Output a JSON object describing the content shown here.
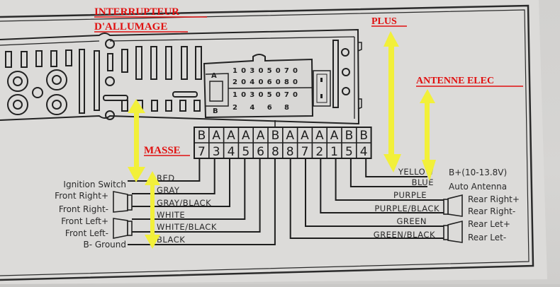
{
  "annotations": {
    "ignition": [
      "INTERRUPTEUR",
      "D'ALLUMAGE"
    ],
    "plus": "PLUS",
    "antenna": "ANTENNE ELEC",
    "ground": "MASSE",
    "color": "#e01010",
    "arrow_color": "#f2f03a"
  },
  "connector_header": {
    "row_a": "1 0 3 0 5 0 7 0",
    "row_a2": "2 0 4 0 6 0 8 0",
    "row_b": "1 0 3 0 5 0 7 0",
    "row_b2": "2   4   6   8",
    "label_a": "A",
    "label_b": "B"
  },
  "pin_block": {
    "letters": [
      "B",
      "A",
      "A",
      "A",
      "A",
      "B",
      "A",
      "A",
      "A",
      "A",
      "B",
      "B"
    ],
    "numbers": [
      "7",
      "3",
      "4",
      "5",
      "6",
      "8",
      "8",
      "7",
      "2",
      "1",
      "5",
      "4"
    ]
  },
  "left_wires": [
    {
      "color": "RED",
      "function": "Ignition Switch"
    },
    {
      "color": "GRAY",
      "function": "Front Right+"
    },
    {
      "color": "GRAY/BLACK",
      "function": "Front Right-"
    },
    {
      "color": "WHITE",
      "function": "Front Left+"
    },
    {
      "color": "WHITE/BLACK",
      "function": "Front Left-"
    },
    {
      "color": "BLACK",
      "function": "B- Ground"
    }
  ],
  "right_wires": [
    {
      "color": "YELLOW",
      "function": "B+(10-13.8V)"
    },
    {
      "color": "BLUE",
      "function": "Auto Antenna"
    },
    {
      "color": "PURPLE",
      "function": "Rear Right+"
    },
    {
      "color": "PURPLE/BLACK",
      "function": "Rear Right-"
    },
    {
      "color": "GREEN",
      "function": "Rear Let+"
    },
    {
      "color": "GREEN/BLACK",
      "function": "Rear Let-"
    }
  ]
}
